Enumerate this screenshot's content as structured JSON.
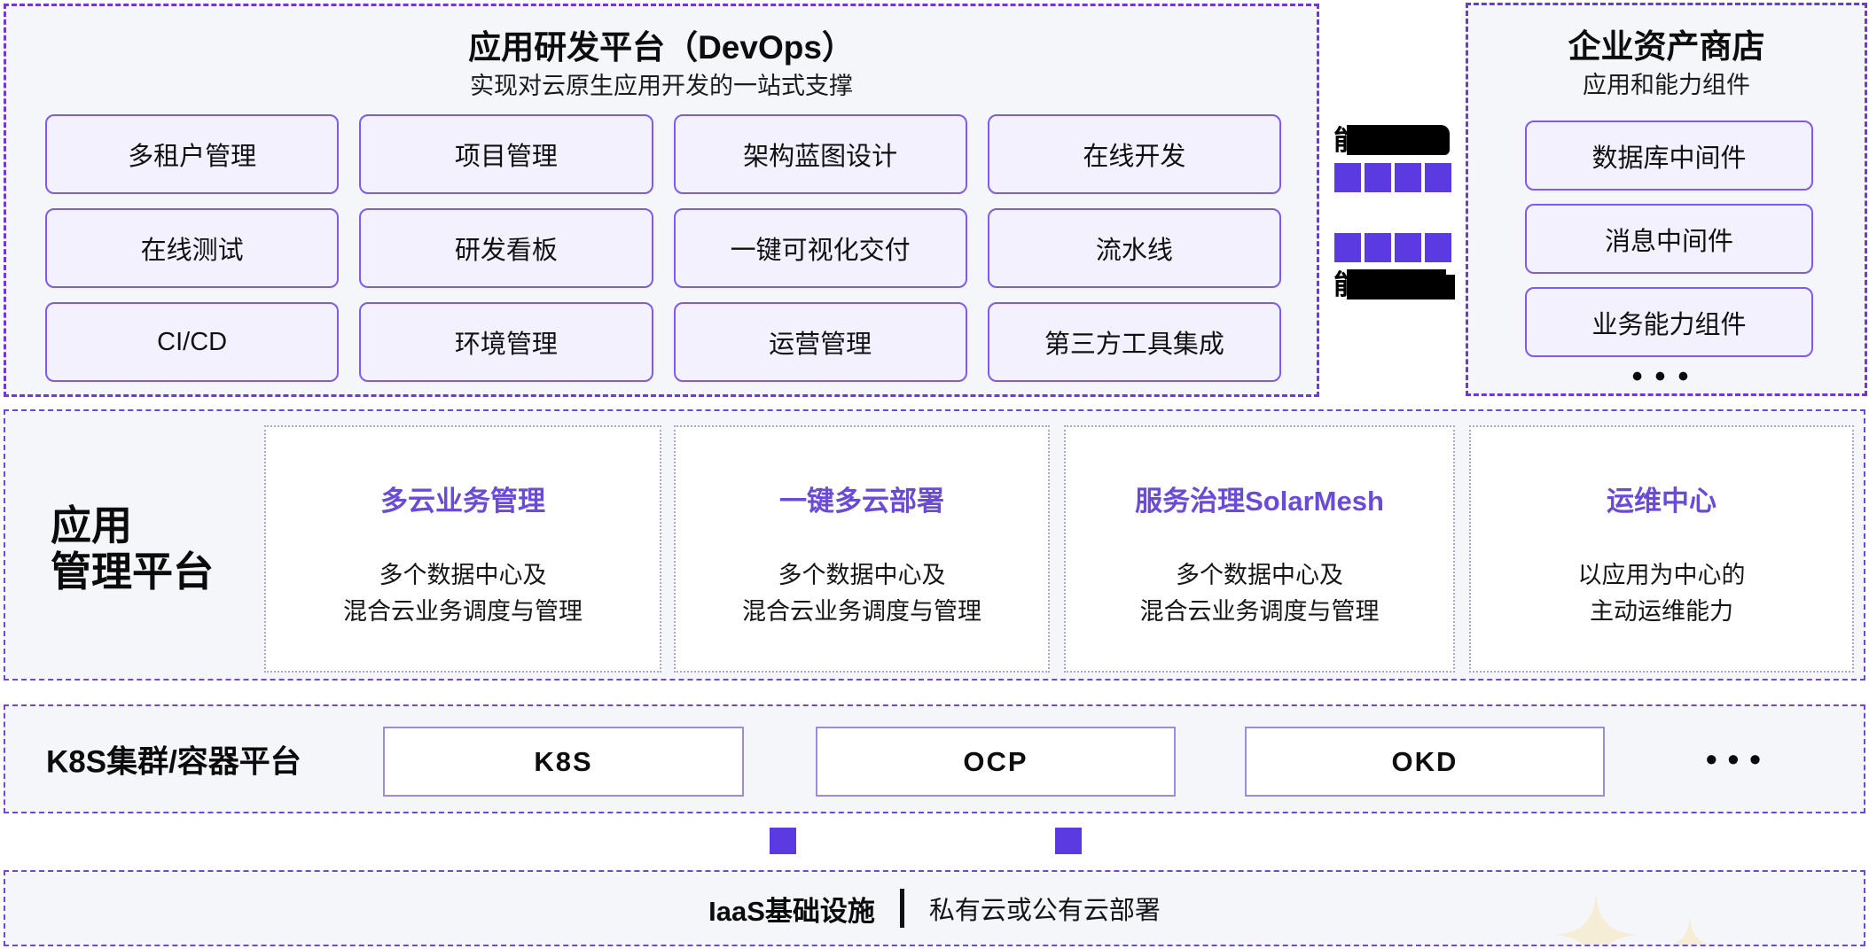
{
  "devops_panel": {
    "title": "应用研发平台（DevOps）",
    "subtitle": "实现对云原生应用开发的一站式支撑",
    "buttons": [
      "多租户管理",
      "项目管理",
      "架构蓝图设计",
      "在线开发",
      "在线测试",
      "研发看板",
      "一键可视化交付",
      "流水线",
      "CI/CD",
      "环境管理",
      "运营管理",
      "第三方工具集成"
    ]
  },
  "connector": {
    "top_label_visible": "能",
    "bottom_label_visible": "能",
    "squares_per_row": 4,
    "square_color": "#5B3BE1",
    "note": "two text labels redacted with black bars"
  },
  "store_panel": {
    "title": "企业资产商店",
    "subtitle": "应用和能力组件",
    "buttons": [
      "数据库中间件",
      "消息中间件",
      "业务能力组件"
    ],
    "more": "•••"
  },
  "app_mgmt_band": {
    "label_line1": "应用",
    "label_line2": "管理平台",
    "title_color": "#6A4AD8",
    "cards": [
      {
        "title": "多云业务管理",
        "desc_line1": "多个数据中心及",
        "desc_line2": "混合云业务调度与管理"
      },
      {
        "title": "一键多云部署",
        "desc_line1": "多个数据中心及",
        "desc_line2": "混合云业务调度与管理"
      },
      {
        "title": "服务治理SolarMesh",
        "desc_line1": "多个数据中心及",
        "desc_line2": "混合云业务调度与管理"
      },
      {
        "title": "运维中心",
        "desc_line1": "以应用为中心的",
        "desc_line2": "主动运维能力"
      }
    ]
  },
  "k8s_band": {
    "label": "K8S集群/容器平台",
    "boxes": [
      "K8S",
      "OCP",
      "OKD"
    ],
    "more": "•••"
  },
  "iaas_band": {
    "label_bold": "IaaS基础设施",
    "separator": "|",
    "label_regular": "私有云或公有云部署"
  },
  "colors": {
    "panel_background": "#F5F6F9",
    "panel_border": "#6B3AD8",
    "chip_background": "#F3F1FD",
    "chip_border": "#7D5BF0",
    "accent_square": "#5B3BE1",
    "card_title": "#6A4AD8",
    "sparkle": "#F6EDD6"
  }
}
